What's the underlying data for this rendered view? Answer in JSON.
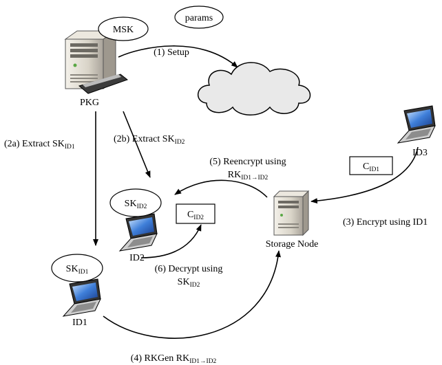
{
  "nodes": {
    "msk": "MSK",
    "params": "params",
    "pkg": "PKG",
    "sk_id2": {
      "base": "SK",
      "sub": "ID2"
    },
    "sk_id1": {
      "base": "SK",
      "sub": "ID1"
    },
    "c_id2": {
      "base": "C",
      "sub": "ID2"
    },
    "c_id1": {
      "base": "C",
      "sub": "ID1"
    },
    "id1": "ID1",
    "id2": "ID2",
    "id3": "ID3",
    "storage_node": "Storage Node"
  },
  "edges": {
    "setup": "(1) Setup",
    "extract_id1": {
      "prefix": "(2a) Extract ",
      "base": "SK",
      "sub": "ID1"
    },
    "extract_id2": {
      "prefix": "(2b) Extract ",
      "base": "SK",
      "sub": "ID2"
    },
    "encrypt": "(3) Encrypt using ID1",
    "rkgen": {
      "prefix": "(4) RKGen ",
      "base": "RK",
      "sub": "ID1→ID2"
    },
    "reencrypt": {
      "line1": "(5) Reencrypt using",
      "base": "RK",
      "sub": "ID1→ID2"
    },
    "decrypt": {
      "line1": "(6) Decrypt using",
      "base": "SK",
      "sub": "ID2"
    }
  }
}
